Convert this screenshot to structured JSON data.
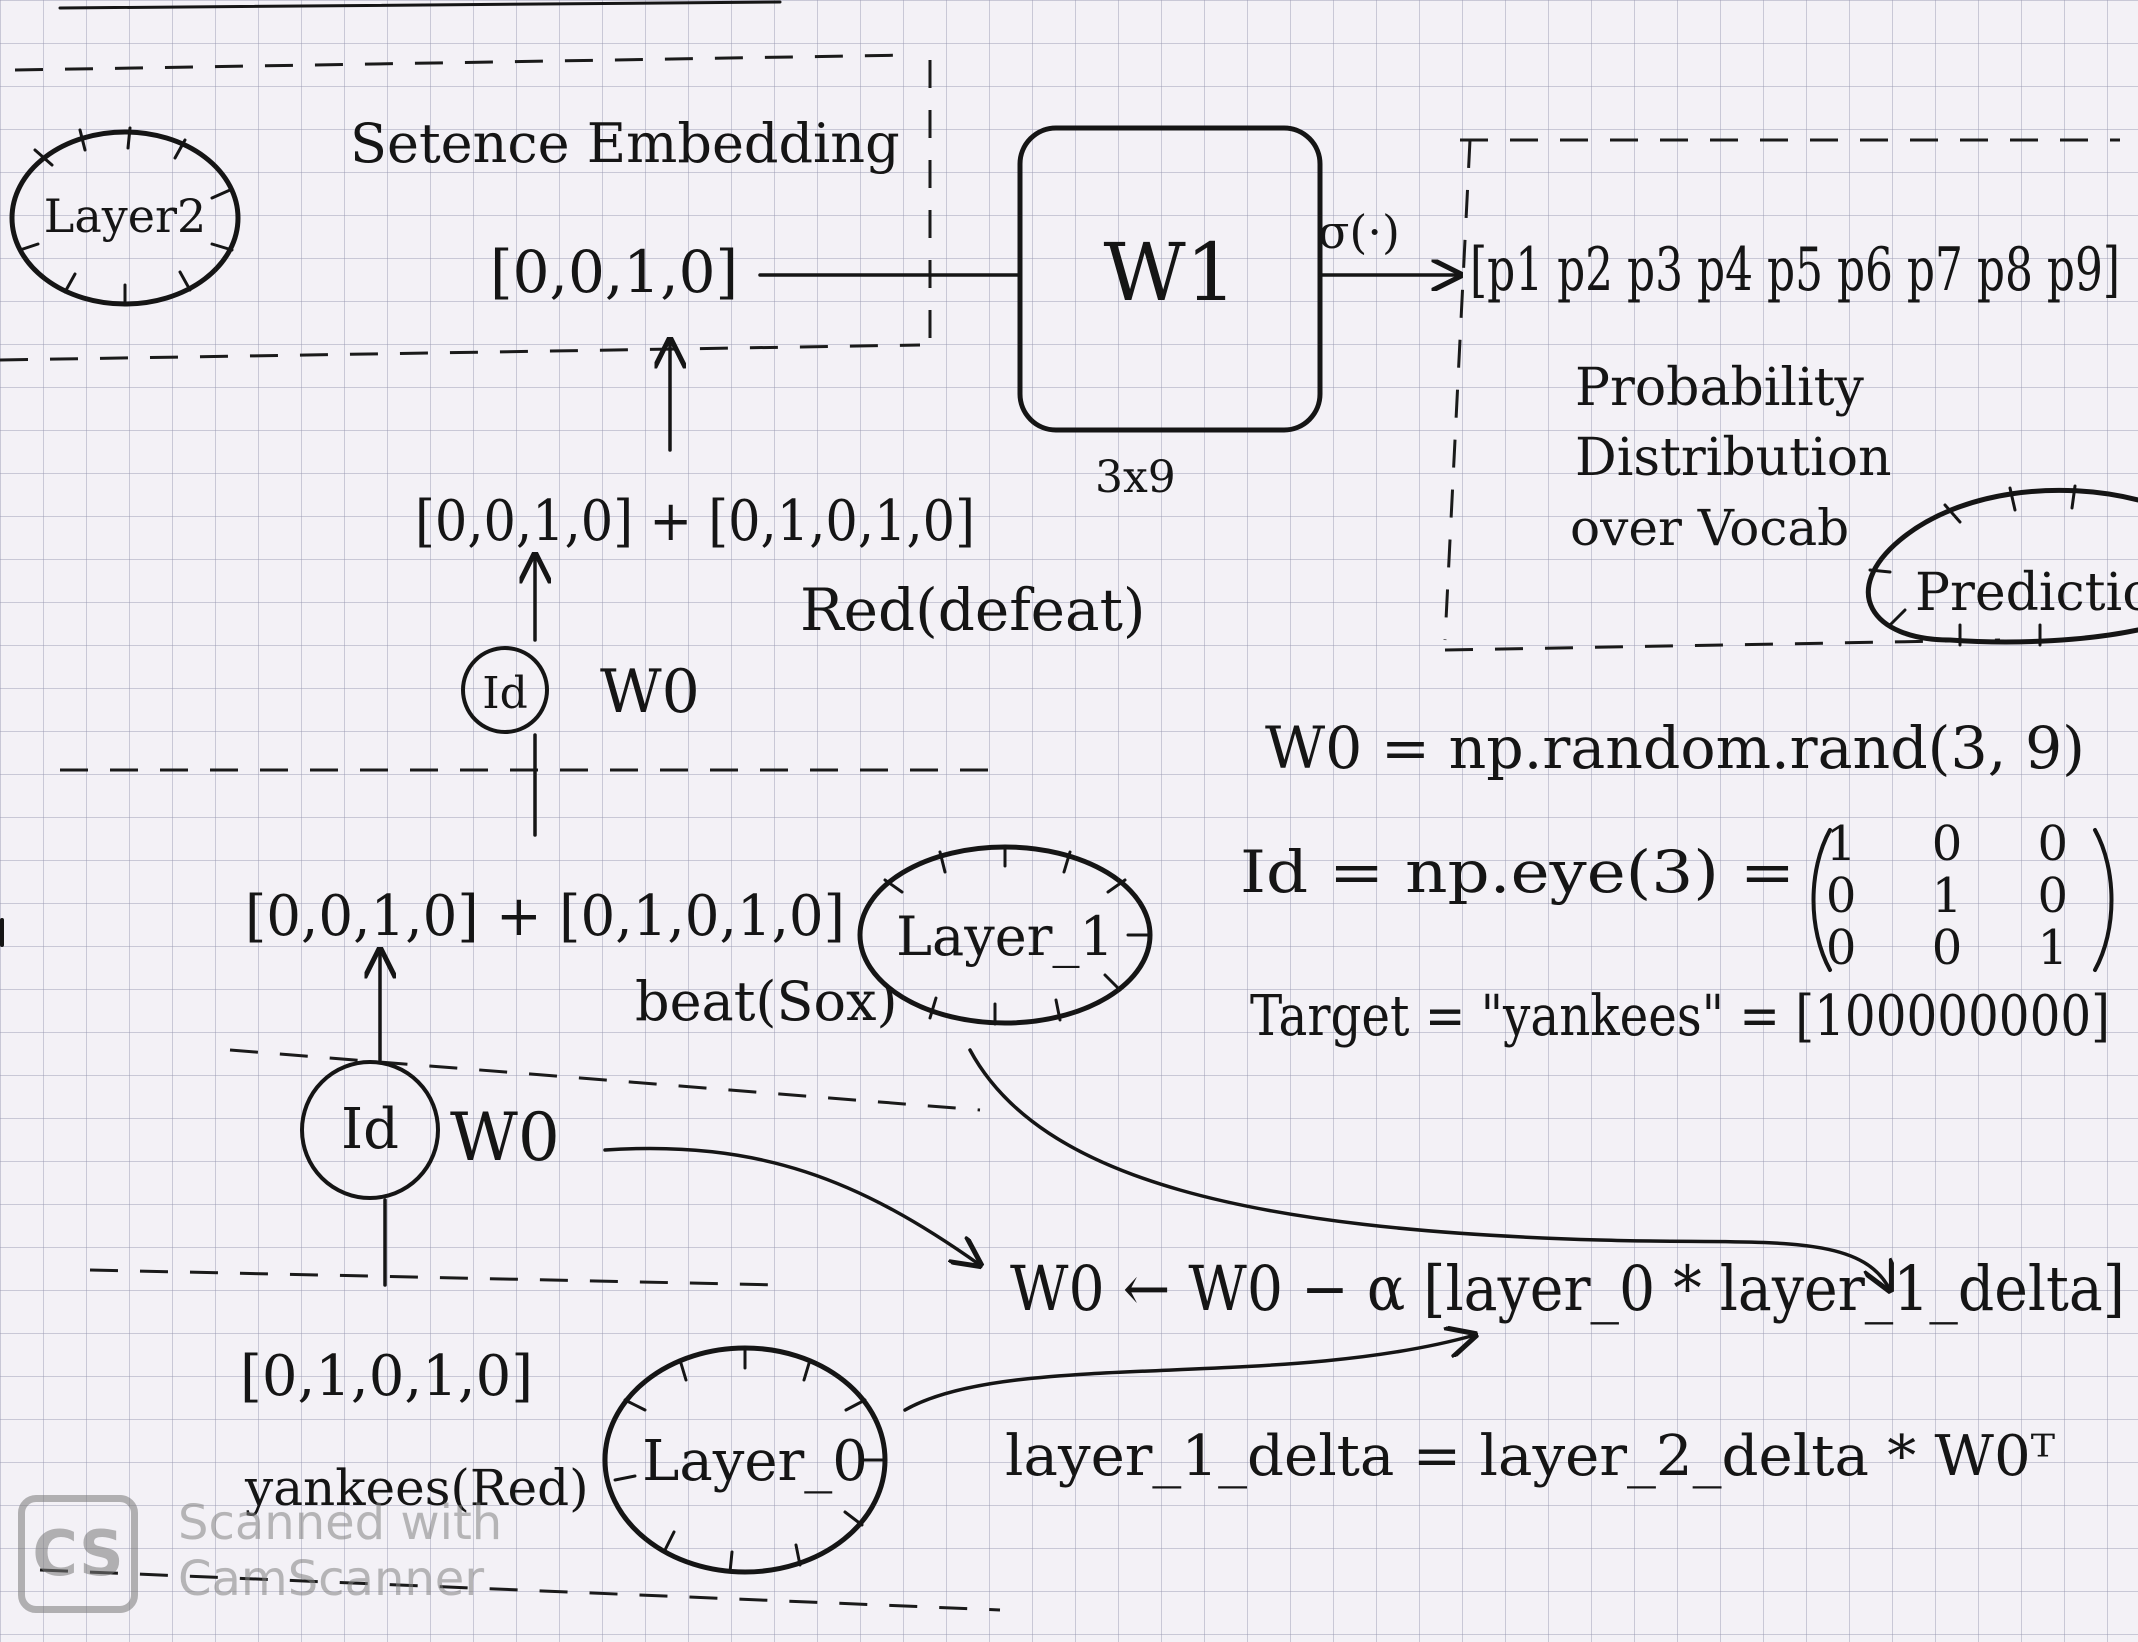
{
  "layer2_label": "Layer2",
  "layer1_label": "Layer_1",
  "layer0_label": "Layer_0",
  "sentence_embedding_label": "Setence Embedding",
  "sentence_vector": "[0,0,1,0]",
  "w1_label": "W1",
  "w1_shape": "3x9",
  "sigma_label": "σ(·)",
  "probability_vector": "[p1 p2 p3 p4 p5 p6 p7 p8 p9]",
  "probability_caption_1": "Probability",
  "probability_caption_2": "Distribution",
  "probability_caption_3": "over Vocab",
  "prediction_label": "Prediction",
  "sum_top": "[0,0,1,0] + [0,1,0,1,0]",
  "red_defeat": "Red(defeat)",
  "id_label": "Id",
  "w0_label": "W0",
  "sum_mid": "[0,0,1,0] + [0,1,0,1,0]",
  "beat_sox": "beat(Sox)",
  "yankees_vector": "[0,1,0,1,0]",
  "yankees_red": "yankees(Red)",
  "eq_w0": "W0 = np.random.rand(3, 9)",
  "eq_id": "Id = np.eye(3) =",
  "matrix_rows": [
    "1 0 0",
    "0 1 0",
    "0 0 1"
  ],
  "eq_target": "Target = \"yankees\" = [100000000]",
  "eq_update": "W0 ← W0 − α [layer_0 * layer_1_delta]",
  "eq_delta": "layer_1_delta = layer_2_delta * W0ᵀ",
  "watermark_line1": "Scanned with",
  "watermark_line2": "CamScanner",
  "watermark_logo": "CS"
}
